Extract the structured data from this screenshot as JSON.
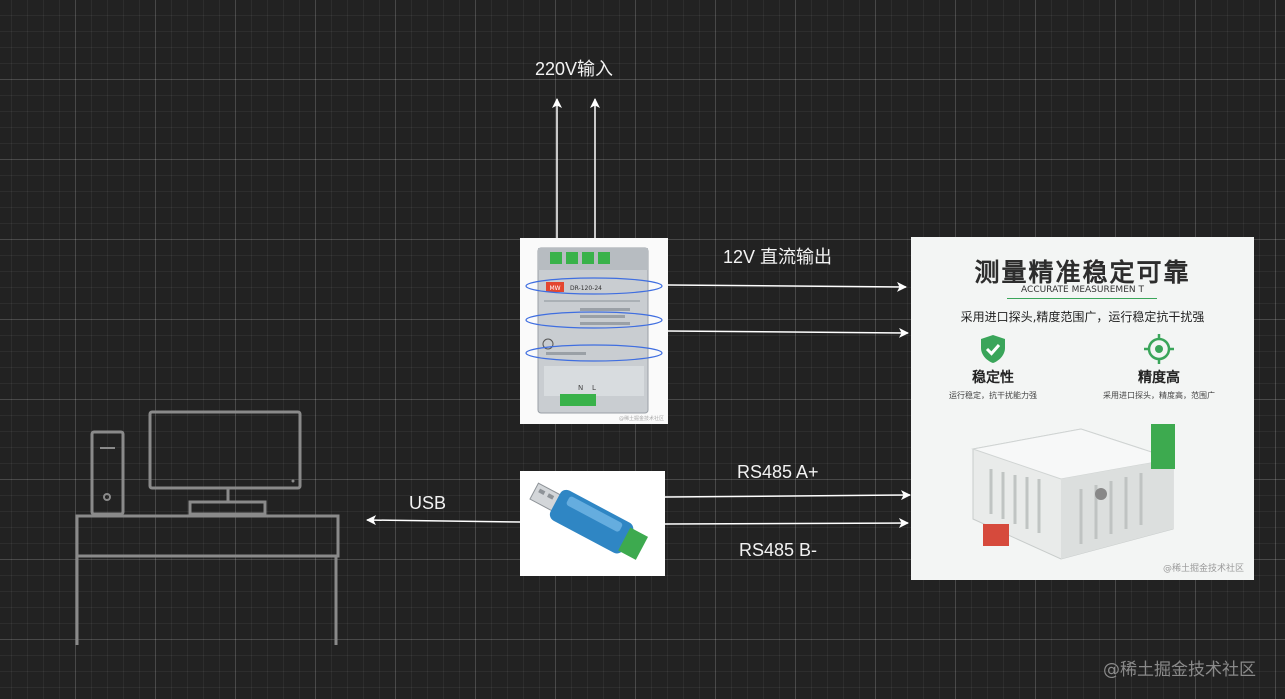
{
  "labels": {
    "ac_input": "220V输入",
    "dc_output": "12V 直流输出",
    "usb": "USB",
    "rs485_a": "RS485 A+",
    "rs485_b": "RS485 B-"
  },
  "power_supply": {
    "brand": "MW",
    "model": "DR-120-24",
    "terminal_labels": [
      "N",
      "L"
    ],
    "watermark": "@稀土掘金技术社区"
  },
  "sensor_card": {
    "title": "测量精准稳定可靠",
    "subtitle": "ACCURATE MEASUREMEN T",
    "description": "采用进口探头,精度范围广，运行稳定抗干扰强",
    "features": [
      {
        "icon": "shield-check-icon",
        "title": "稳定性",
        "desc": "运行稳定，抗干扰能力强"
      },
      {
        "icon": "target-icon",
        "title": "精度高",
        "desc": "采用进口探头，精度高，范围广"
      }
    ],
    "watermark": "@稀土掘金技术社区"
  },
  "footer_watermark": "@稀土掘金技术社区",
  "colors": {
    "background": "#222222",
    "wire": "#ffffff",
    "computer_outline": "#8a8a8a",
    "accent_green": "#3aa55a",
    "usb_blue": "#2f86c4"
  }
}
